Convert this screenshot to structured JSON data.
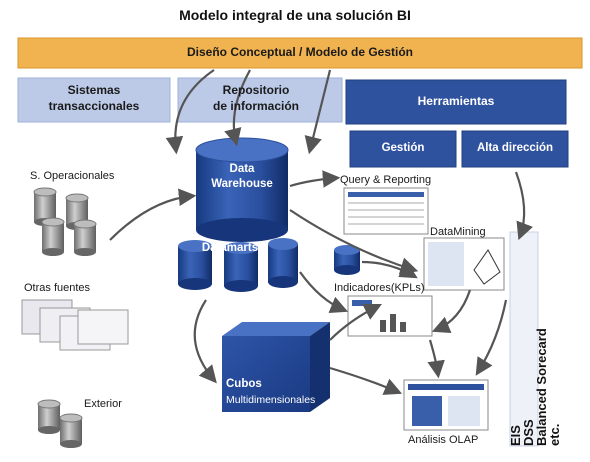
{
  "title": "Modelo integral de una solución BI",
  "bands": {
    "conceptual": "Diseño Conceptual / Modelo de Gestión",
    "sistemas": [
      "Sistemas",
      "transaccionales"
    ],
    "repositorio": [
      "Repositorio",
      "de información"
    ],
    "herramientas": "Herramientas",
    "gestion": "Gestión",
    "alta_direccion": "Alta dirección"
  },
  "sources": {
    "operacionales": "S. Operacionales",
    "otras": "Otras fuentes",
    "exterior": "Exterior"
  },
  "core": {
    "data_warehouse": [
      "Data",
      "Warehouse"
    ],
    "datamarts": "Datamarts",
    "cubos": "Cubos",
    "cubos_sub": "Multidimensionales"
  },
  "outputs": {
    "query": "Query & Reporting",
    "datamining": "DataMining",
    "indicadores": "Indicadores(KPLs)",
    "olap": "Análisis OLAP"
  },
  "vertical_labels": [
    "EIS",
    "DSS",
    "Balanced Sorecard",
    "etc."
  ],
  "colors": {
    "orange": "#f0b24e",
    "band_blue": "#b8c6e6",
    "dark_blue": "#2c4f9c",
    "navy": "#1e3f86",
    "arrow": "#5a5a5a"
  }
}
